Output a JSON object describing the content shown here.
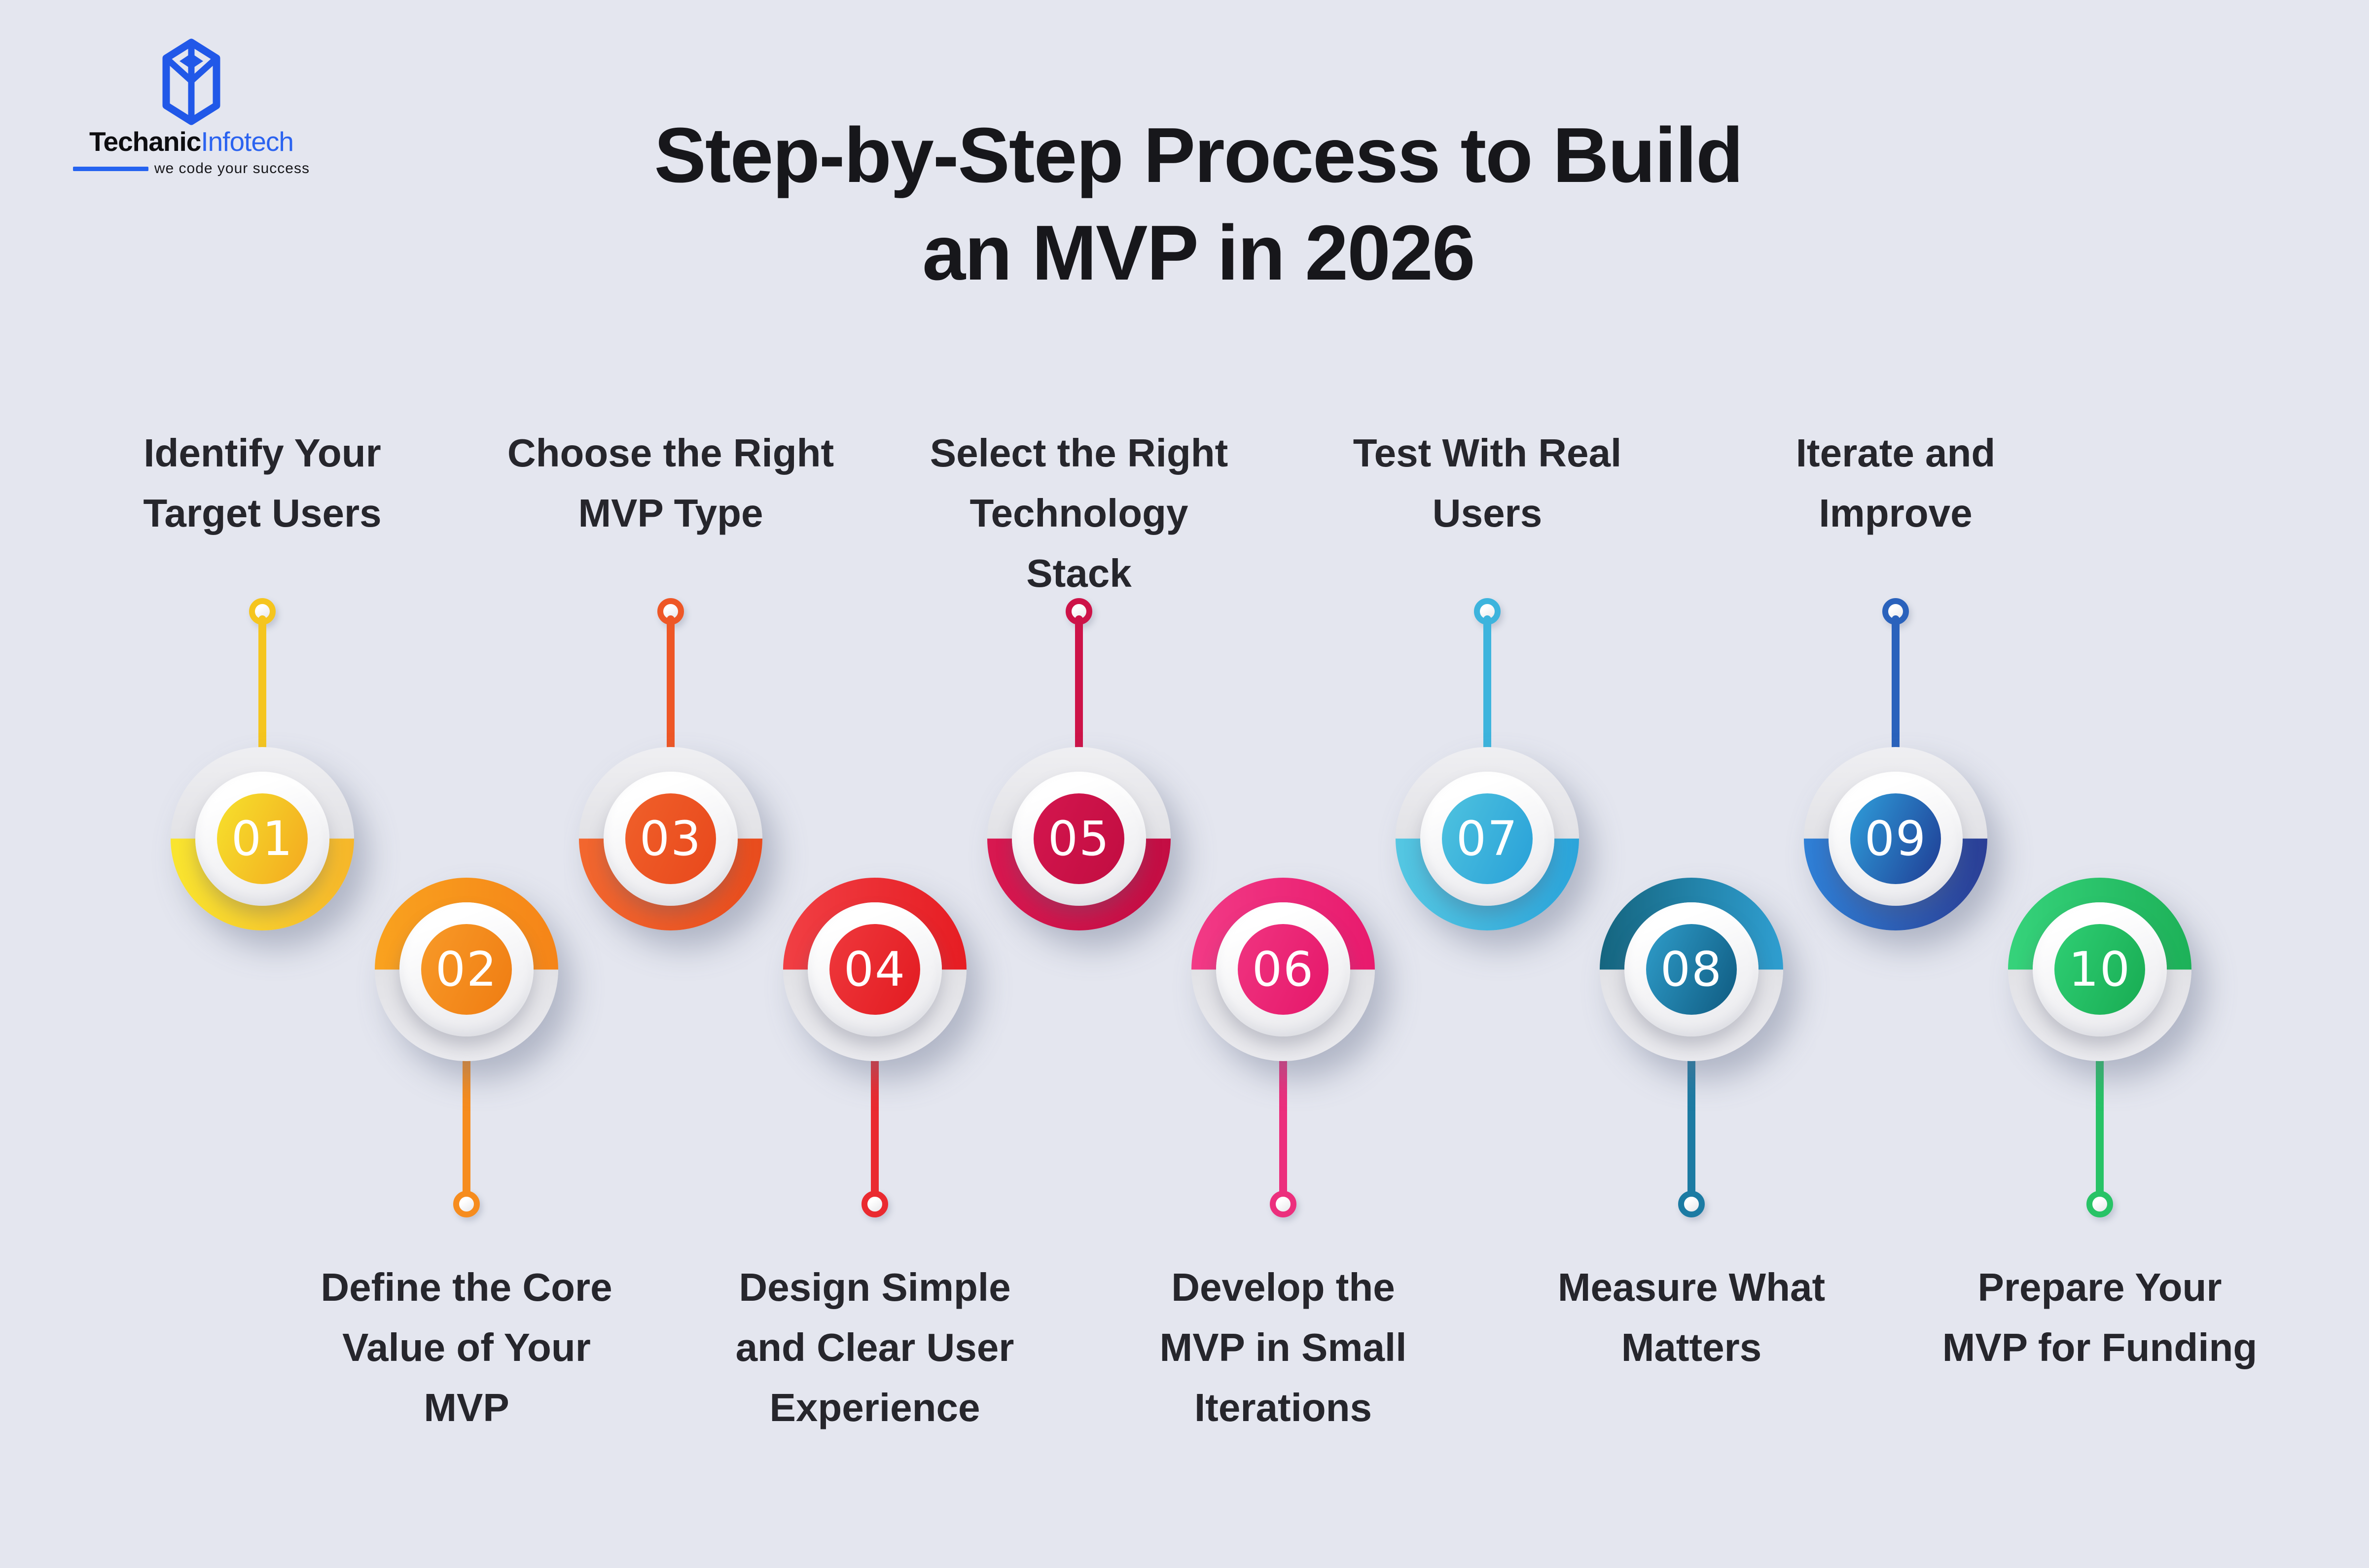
{
  "background_color": "#e4e6ef",
  "logo": {
    "brand_part1": "Techanic",
    "brand_part2": "Infotech",
    "tagline": "we code your success",
    "accent_color": "#2563f0",
    "icon": "isometric-cube-logo-icon"
  },
  "title": {
    "line1": "Step-by-Step Process to Build",
    "line2": "an MVP in 2026",
    "color": "#17171b"
  },
  "inactive_half_color": "#e8e8ec",
  "label_text_color": "#26262c",
  "steps": [
    {
      "number": "01",
      "position": "top",
      "label": "Identify Your Target Users",
      "label_lines": [
        "Identify Your",
        "Target Users"
      ],
      "colors": {
        "half_start": "#f9e52f",
        "half_end": "#f6b62a",
        "core_start": "#f6e12c",
        "core_end": "#f3a81f",
        "connector": "#f5c51f"
      }
    },
    {
      "number": "02",
      "position": "bottom",
      "label": "Define the Core Value of Your MVP",
      "label_lines": [
        "Define the Core",
        "Value of Your",
        "MVP"
      ],
      "colors": {
        "half_start": "#f9a21f",
        "half_end": "#f58418",
        "core_start": "#f89a28",
        "core_end": "#ef7c12",
        "connector": "#f68c1e"
      }
    },
    {
      "number": "03",
      "position": "top",
      "label": "Choose the Right MVP Type",
      "label_lines": [
        "Choose the Right",
        "MVP Type"
      ],
      "colors": {
        "half_start": "#f2672f",
        "half_end": "#e84c1d",
        "core_start": "#f0602a",
        "core_end": "#e8481c",
        "connector": "#ee5726"
      }
    },
    {
      "number": "04",
      "position": "bottom",
      "label": "Design Simple and Clear User Experience",
      "label_lines": [
        "Design Simple",
        "and Clear User",
        "Experience"
      ],
      "colors": {
        "half_start": "#f13f44",
        "half_end": "#e61d23",
        "core_start": "#ef383c",
        "core_end": "#e21b21",
        "connector": "#ea2a30"
      }
    },
    {
      "number": "05",
      "position": "top",
      "label": "Select the Right Technology Stack",
      "label_lines": [
        "Select the Right",
        "Technology",
        "Stack"
      ],
      "colors": {
        "half_start": "#d81850",
        "half_end": "#c30d43",
        "core_start": "#d4164e",
        "core_end": "#c10d41",
        "connector": "#cd1348"
      }
    },
    {
      "number": "06",
      "position": "bottom",
      "label": "Develop the MVP in Small Iterations",
      "label_lines": [
        "Develop the",
        "MVP in Small",
        "Iterations"
      ],
      "colors": {
        "half_start": "#f23a86",
        "half_end": "#e81a6d",
        "core_start": "#f03480",
        "core_end": "#e5176a",
        "connector": "#ec2f7d"
      }
    },
    {
      "number": "07",
      "position": "top",
      "label": "Test With Real Users",
      "label_lines": [
        "Test With Real",
        "Users"
      ],
      "colors": {
        "half_start": "#55c7e2",
        "half_end": "#2ba4da",
        "core_start": "#4fc3df",
        "core_end": "#28a0d8",
        "connector": "#3db4dd"
      }
    },
    {
      "number": "08",
      "position": "bottom",
      "label": "Measure What Matters",
      "label_lines": [
        "Measure What",
        "Matters"
      ],
      "colors": {
        "half_start": "#15657f",
        "half_end": "#2f9ed0",
        "core_start": "#2f9dca",
        "core_end": "#0f5a80",
        "connector": "#1c7ba3"
      }
    },
    {
      "number": "09",
      "position": "top",
      "label": "Iterate and Improve",
      "label_lines": [
        "Iterate and",
        "Improve"
      ],
      "colors": {
        "half_start": "#2f80d6",
        "half_end": "#2b3e95",
        "core_start": "#2f9fdb",
        "core_end": "#1f3c94",
        "connector": "#2a62bc"
      }
    },
    {
      "number": "10",
      "position": "bottom",
      "label": "Prepare Your MVP for Funding",
      "label_lines": [
        "Prepare Your",
        "MVP for Funding"
      ],
      "colors": {
        "half_start": "#36d37b",
        "half_end": "#1db158",
        "core_start": "#2fcf74",
        "core_end": "#18ab52",
        "connector": "#28c366"
      }
    }
  ]
}
